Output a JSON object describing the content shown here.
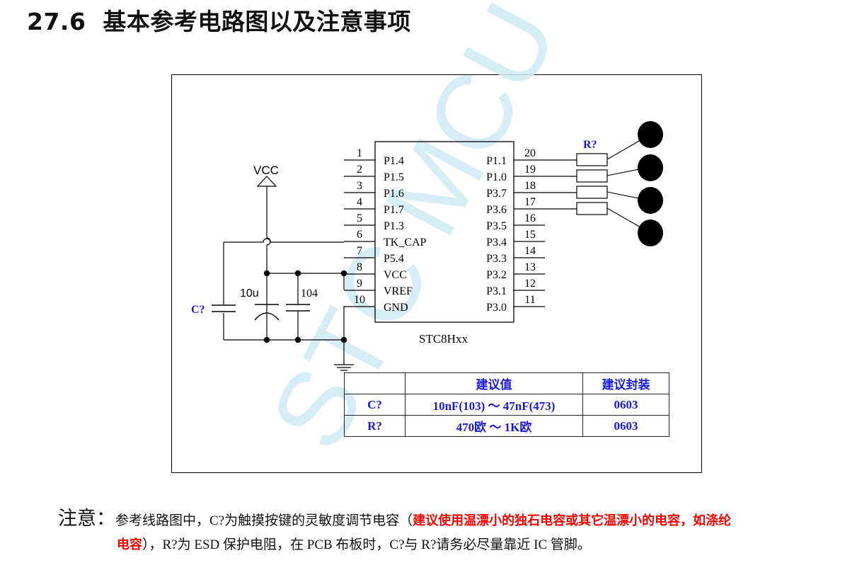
{
  "section": {
    "number": "27.6",
    "title": "基本参考电路图以及注意事项"
  },
  "schematic": {
    "watermark": "STC MCU",
    "chip_name": "STC8Hxx",
    "left_pins": [
      {
        "num": "1",
        "name": "P1.4"
      },
      {
        "num": "2",
        "name": "P1.5"
      },
      {
        "num": "3",
        "name": "P1.6"
      },
      {
        "num": "4",
        "name": "P1.7"
      },
      {
        "num": "5",
        "name": "P1.3"
      },
      {
        "num": "6",
        "name": "TK_CAP"
      },
      {
        "num": "7",
        "name": "P5.4"
      },
      {
        "num": "8",
        "name": "VCC"
      },
      {
        "num": "9",
        "name": "VREF"
      },
      {
        "num": "10",
        "name": "GND"
      }
    ],
    "right_pins": [
      {
        "num": "20",
        "name": "P1.1"
      },
      {
        "num": "19",
        "name": "P1.0"
      },
      {
        "num": "18",
        "name": "P3.7"
      },
      {
        "num": "17",
        "name": "P3.6"
      },
      {
        "num": "16",
        "name": "P3.5"
      },
      {
        "num": "15",
        "name": "P3.4"
      },
      {
        "num": "14",
        "name": "P3.3"
      },
      {
        "num": "13",
        "name": "P3.2"
      },
      {
        "num": "12",
        "name": "P3.1"
      },
      {
        "num": "11",
        "name": "P3.0"
      }
    ],
    "vcc_label": "VCC",
    "cap_touch_label": "C?",
    "cap_electrolytic_label": "10u",
    "cap_decoupling_label": "104",
    "resistor_label": "R?",
    "touch_pad_count": 4,
    "colors": {
      "designator": "#1a1adc",
      "watermark": "#cfeaf5",
      "line": "#000000"
    }
  },
  "spec_table": {
    "headers": [
      "",
      "建议值",
      "建议封装"
    ],
    "rows": [
      {
        "part": "C?",
        "value": "10nF(103) ～ 47nF(473)",
        "package": "0603"
      },
      {
        "part": "R?",
        "value": "470欧 ～ 1K欧",
        "package": "0603"
      }
    ]
  },
  "note": {
    "label": "注意：",
    "text_1": "参考线路图中，C?为触摸按键的灵敏度调节电容（",
    "red_1": "建议使用温漂小的独石电容或其它温漂小的电容，如涤纶",
    "red_2": "电容",
    "text_2": "），R?为 ESD 保护电阻，在 PCB 布板时，C?与 R?请务必尽量靠近 IC 管脚。",
    "highlight_color": "#ff0000"
  }
}
